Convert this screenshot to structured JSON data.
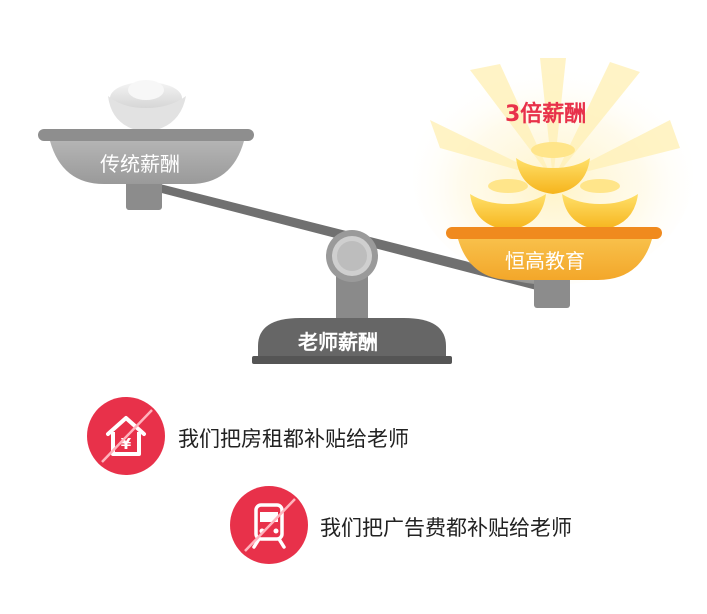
{
  "scale": {
    "left_pan_label": "传统薪酬",
    "right_pan_label": "恒高教育",
    "right_multiplier": "3倍薪酬",
    "base_label": "老师薪酬"
  },
  "benefits": [
    {
      "text": "我们把房租都补贴给老师",
      "icon": "house-yen-icon"
    },
    {
      "text": "我们把广告费都补贴给老师",
      "icon": "train-icon"
    }
  ],
  "colors": {
    "gray_dark": "#6b6b6b",
    "gray_light": "#b8b8b8",
    "gold": "#f6b42c",
    "orange_rim": "#f08a1e",
    "red_accent": "#e8314a"
  }
}
